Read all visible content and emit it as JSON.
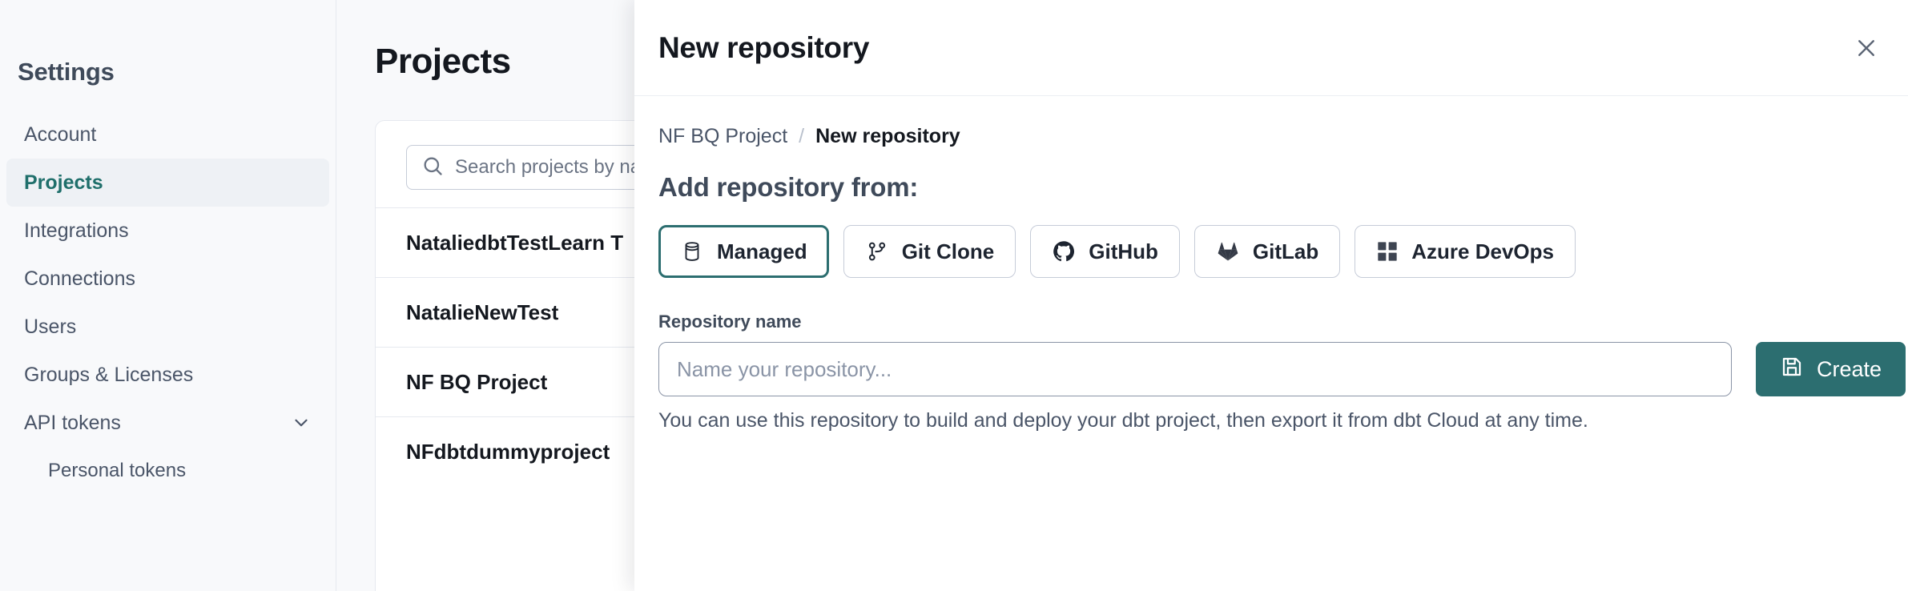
{
  "sidebar": {
    "title": "Settings",
    "items": [
      {
        "label": "Account",
        "icon": "",
        "active": false,
        "sub": false,
        "chevron": false
      },
      {
        "label": "Projects",
        "icon": "",
        "active": true,
        "sub": false,
        "chevron": false
      },
      {
        "label": "Integrations",
        "icon": "",
        "active": false,
        "sub": false,
        "chevron": false
      },
      {
        "label": "Connections",
        "icon": "",
        "active": false,
        "sub": false,
        "chevron": false
      },
      {
        "label": "Users",
        "icon": "",
        "active": false,
        "sub": false,
        "chevron": false
      },
      {
        "label": "Groups & Licenses",
        "icon": "",
        "active": false,
        "sub": false,
        "chevron": false
      },
      {
        "label": "API tokens",
        "icon": "chevron-down-icon",
        "active": false,
        "sub": false,
        "chevron": true
      },
      {
        "label": "Personal tokens",
        "icon": "",
        "active": false,
        "sub": true,
        "chevron": false
      }
    ]
  },
  "main": {
    "page_title": "Projects",
    "search": {
      "icon": "search-icon",
      "placeholder": "Search projects by na",
      "value": ""
    },
    "projects": [
      {
        "name": "NataliedbtTestLearn T"
      },
      {
        "name": "NatalieNewTest"
      },
      {
        "name": "NF BQ Project"
      },
      {
        "name": "NFdbtdummyproject"
      }
    ]
  },
  "modal": {
    "title": "New repository",
    "close_icon": "close-icon",
    "breadcrumb": {
      "parent": "NF BQ Project",
      "separator": "/",
      "current": "New repository"
    },
    "section_heading": "Add repository from:",
    "sources": [
      {
        "label": "Managed",
        "icon": "database-icon",
        "selected": true
      },
      {
        "label": "Git Clone",
        "icon": "git-branch-icon",
        "selected": false
      },
      {
        "label": "GitHub",
        "icon": "github-icon",
        "selected": false
      },
      {
        "label": "GitLab",
        "icon": "gitlab-icon",
        "selected": false
      },
      {
        "label": "Azure DevOps",
        "icon": "azure-devops-icon",
        "selected": false
      }
    ],
    "repository_name": {
      "label": "Repository name",
      "placeholder": "Name your repository...",
      "value": ""
    },
    "create_button": {
      "label": "Create",
      "icon": "save-icon"
    },
    "helper_text": "You can use this repository to build and deploy your dbt project, then export it from dbt Cloud at any time."
  },
  "colors": {
    "accent_teal": "#2c6e70",
    "text_dark": "#14181f",
    "text_muted": "#4a5568",
    "border": "#c6ccd8",
    "page_bg": "#f8f9fb"
  }
}
